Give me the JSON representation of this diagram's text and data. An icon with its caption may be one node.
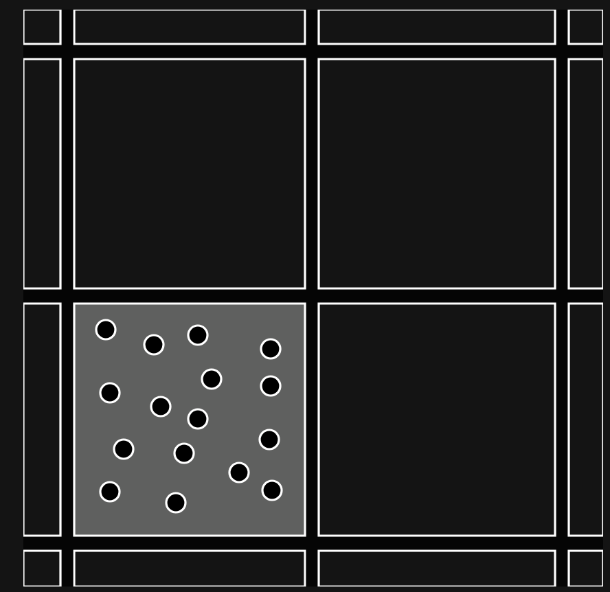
{
  "diagram": {
    "nodes": [
      {
        "text": [],
        "shape": "box"
      },
      {
        "text": [],
        "shape": "box"
      },
      {
        "text": [],
        "shape": "box"
      },
      {
        "text": [],
        "shape": "box"
      },
      {
        "text": [],
        "shape": "circle",
        "in": 2
      },
      {
        "text": [],
        "shape": "circle",
        "in": 2
      },
      {
        "text": [],
        "shape": "circle",
        "in": 2
      },
      {
        "text": [],
        "shape": "circle",
        "in": 2
      },
      {
        "text": [],
        "shape": "circle",
        "in": 2
      },
      {
        "text": [],
        "shape": "circle",
        "in": 2
      },
      {
        "text": [],
        "shape": "circle",
        "in": 2
      },
      {
        "text": [],
        "shape": "circle",
        "in": 2
      },
      {
        "text": [],
        "shape": "circle",
        "in": 2
      },
      {
        "text": [],
        "shape": "circle",
        "in": 2
      },
      {
        "text": [],
        "shape": "circle",
        "in": 2
      },
      {
        "text": [],
        "shape": "circle",
        "in": 2
      },
      {
        "text": [],
        "shape": "circle",
        "in": 2
      },
      {
        "text": [],
        "shape": "circle",
        "in": 2
      },
      {
        "text": [],
        "shape": "circle",
        "in": 2
      },
      {
        "text": [],
        "shape": "circle",
        "in": 2
      }
    ]
  }
}
